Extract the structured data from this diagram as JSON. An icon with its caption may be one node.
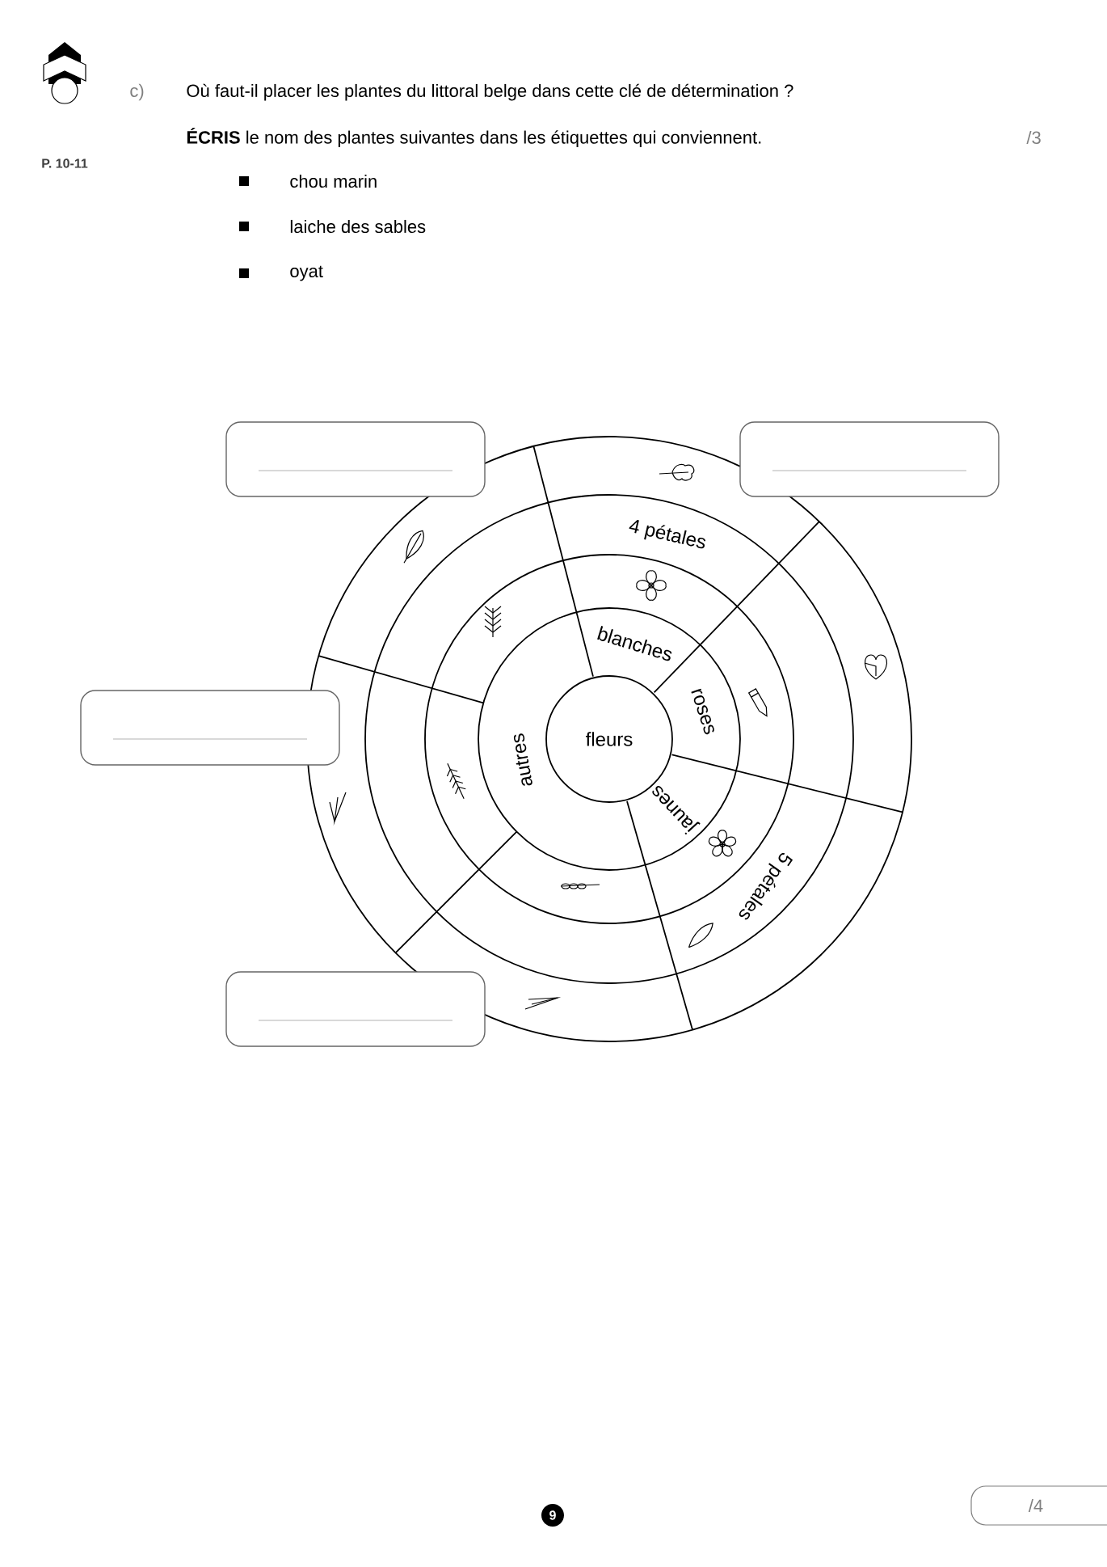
{
  "diagram": {
    "nodes": [
      {
        "text": [],
        "shape": "box"
      },
      {
        "text": [],
        "shape": "box"
      },
      {
        "text": [
          "4 pétales"
        ]
      },
      {
        "text": [
          "blanches"
        ]
      },
      {
        "text": [
          "roses"
        ]
      },
      {
        "text": [],
        "shape": "box"
      },
      {
        "text": [
          "autres"
        ]
      },
      {
        "text": [
          "fleurs"
        ]
      },
      {
        "text": [
          "jaunes"
        ]
      },
      {
        "text": [
          "5 pétales"
        ]
      },
      {
        "text": [],
        "shape": "box"
      },
      {
        "text": [
          "/4"
        ]
      }
    ],
    "labels": [
      "c)",
      "Où faut-il placer les plantes du littoral belge dans cette clé de détermination ?",
      "**ÉCRIS** le nom des plantes suivantes dans les étiquettes qui conviennent.",
      "/3",
      "P. 10-11",
      "chou marin",
      "laiche des sables",
      "oyat",
      "9"
    ]
  }
}
